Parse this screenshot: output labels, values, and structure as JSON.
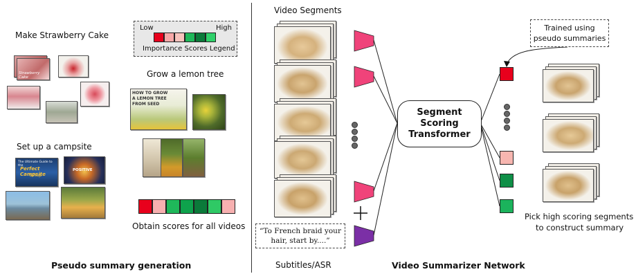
{
  "left": {
    "strawberry": {
      "title": "Make Strawberry Cake",
      "overlay": "Strawberry Cake"
    },
    "lemon": {
      "title": "Grow a lemon tree",
      "overlay_line1": "HOW TO GROW",
      "overlay_line2": "A LEMON TREE",
      "overlay_line3": "FROM SEED"
    },
    "campsite": {
      "title": "Set up a campsite",
      "overlay_line1": "The Ultimate Guide to the",
      "overlay_line2": "Perfect Campsite",
      "overlay_line3": "Setup",
      "overlay_pos": "POSITIVE"
    },
    "legend": {
      "low": "Low",
      "high": "High",
      "caption": "Importance Scores Legend",
      "colors": [
        "#e8001c",
        "#f7a8a8",
        "#f7c3bd",
        "#1fb85a",
        "#0b7a3a",
        "#2fd06a"
      ]
    },
    "scores": {
      "caption": "Obtain scores for all videos",
      "colors": [
        "#e8001c",
        "#f7b0b0",
        "#1fb85a",
        "#0ea24c",
        "#0b7a3a",
        "#2fc965",
        "#f7b0b0"
      ]
    },
    "footer": "Pseudo summary generation"
  },
  "right": {
    "video_segments_label": "Video Segments",
    "subtitle_quote": "“To French braid your hair, start by....”",
    "subtitles_label": "Subtitles/ASR",
    "plus": "+",
    "transformer": {
      "line1": "Segment",
      "line2": "Scoring",
      "line3": "Transformer"
    },
    "trained_note": {
      "line1": "Trained using",
      "line2": "pseudo summaries"
    },
    "pick_caption": {
      "line1": "Pick high scoring segments",
      "line2": "to construct summary"
    },
    "footer": "Video Summarizer Network",
    "trapezoid_colors": [
      "#f0437a",
      "#f0437a",
      "#f0437a",
      "#7b2fa6"
    ],
    "score_colors": [
      "#e8001c",
      "#f7b6b0",
      "#0f8f47",
      "#1bb35c"
    ]
  },
  "colors": {
    "pink": "#f0437a",
    "purple": "#7b2fa6"
  }
}
